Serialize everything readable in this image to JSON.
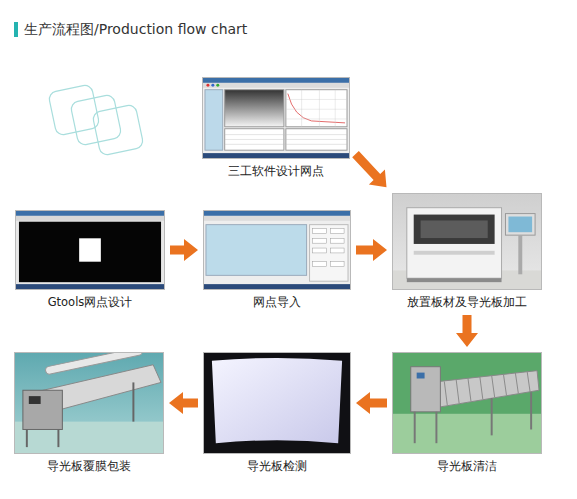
{
  "diagram": {
    "title": "生产流程图/Production flow chart",
    "nodes": [
      {
        "text": [
          "三工软件设计网点"
        ]
      },
      {
        "text": [
          "Gtools网点设计"
        ]
      },
      {
        "text": [
          "网点导入"
        ]
      },
      {
        "text": [
          "放置板材及导光板加工"
        ]
      },
      {
        "text": [
          "导光板清洁"
        ]
      },
      {
        "text": [
          "导光板检测"
        ]
      },
      {
        "text": [
          "导光板覆膜包装"
        ]
      }
    ],
    "edges": [
      {
        "from": 0,
        "to": 3,
        "arrow": "to"
      },
      {
        "from": 1,
        "to": 2,
        "arrow": "to"
      },
      {
        "from": 2,
        "to": 3,
        "arrow": "to"
      },
      {
        "from": 3,
        "to": 4,
        "arrow": "to"
      },
      {
        "from": 4,
        "to": 5,
        "arrow": "to"
      },
      {
        "from": 5,
        "to": 6,
        "arrow": "to"
      }
    ]
  }
}
